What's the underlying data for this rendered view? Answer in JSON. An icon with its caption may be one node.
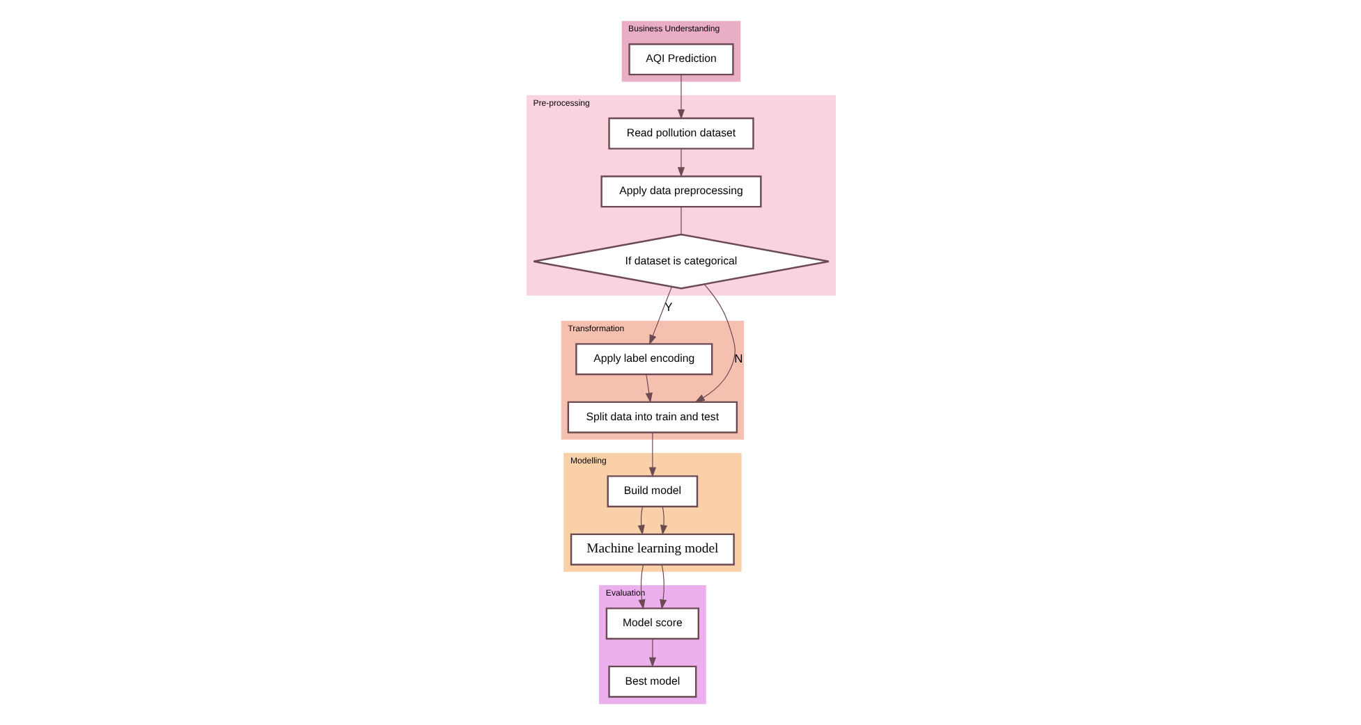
{
  "diagram": {
    "nodes": [
      {
        "text": [
          "Business Understanding"
        ]
      },
      {
        "text": [
          "AQI Prediction"
        ],
        "in": 0
      },
      {
        "text": [
          "Pre-processing"
        ]
      },
      {
        "text": [
          "Read pollution dataset"
        ],
        "in": 2
      },
      {
        "text": [
          "Apply data preprocessing"
        ],
        "in": 2
      },
      {
        "text": [
          "If dataset is categorical"
        ],
        "in": 2
      },
      {
        "text": [
          "Transformation"
        ]
      },
      {
        "text": [
          "Split data into train and test"
        ],
        "in": 6
      },
      {
        "text": [
          "Apply label encoding"
        ],
        "in": 6
      },
      {
        "text": [
          "Modelling"
        ]
      },
      {
        "text": [
          "Build model"
        ],
        "in": 9
      },
      {
        "text": [
          "Machine learning model"
        ],
        "in": 9
      },
      {
        "text": [
          "Evaluation"
        ]
      },
      {
        "text": [
          "Model score"
        ],
        "in": 12
      },
      {
        "text": [
          "Best model"
        ],
        "in": 12
      }
    ],
    "edges": [
      {
        "from": 1,
        "to": 3,
        "arrow": "to"
      },
      {
        "from": 3,
        "to": 4,
        "arrow": "to"
      },
      {
        "from": 4,
        "to": 5,
        "arrow": "none"
      },
      {
        "from": 5,
        "to": 7,
        "arrow": "to",
        "label": "N"
      },
      {
        "from": 5,
        "to": 8,
        "arrow": "to",
        "label": "Y"
      },
      {
        "from": 8,
        "to": 7,
        "arrow": "to"
      },
      {
        "from": 7,
        "to": 10,
        "arrow": "to"
      },
      {
        "from": 10,
        "to": 11,
        "arrow": "to"
      },
      {
        "from": 10,
        "to": 11,
        "arrow": "to"
      },
      {
        "from": 11,
        "to": 13,
        "arrow": "to"
      },
      {
        "from": 11,
        "to": 13,
        "arrow": "to"
      },
      {
        "from": 13,
        "to": 14,
        "arrow": "to"
      }
    ]
  }
}
